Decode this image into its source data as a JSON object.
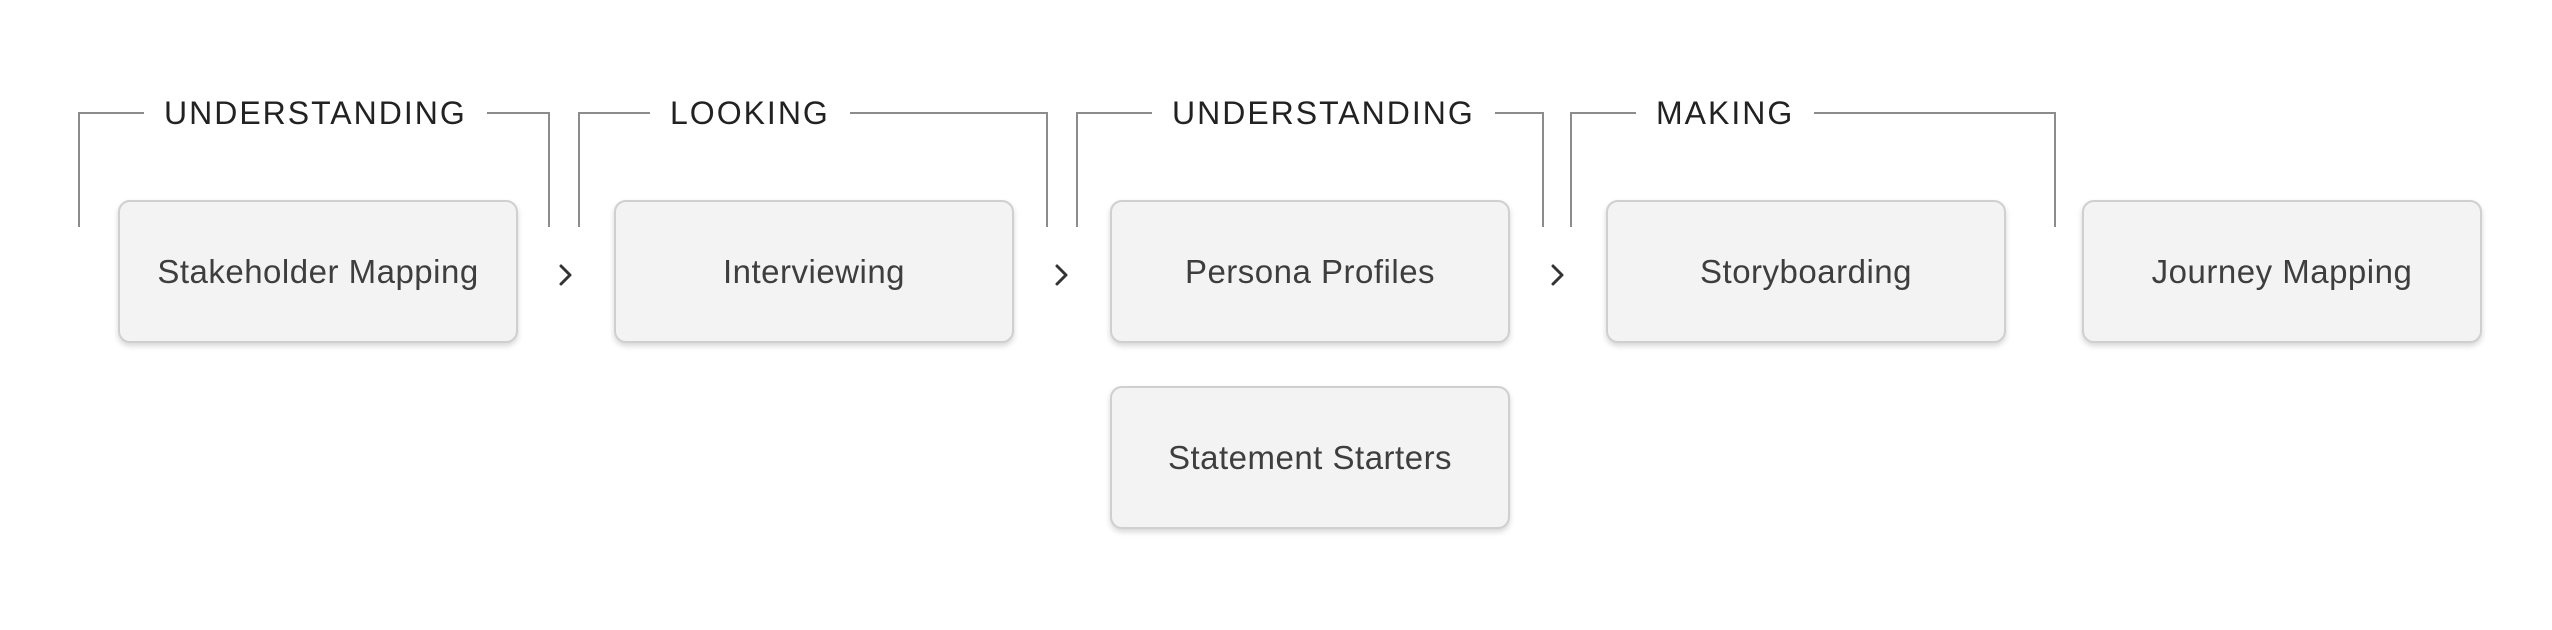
{
  "phases": [
    {
      "label": "UNDERSTANDING"
    },
    {
      "label": "LOOKING"
    },
    {
      "label": "UNDERSTANDING"
    },
    {
      "label": "MAKING"
    }
  ],
  "methods": [
    {
      "label": "Stakeholder Mapping"
    },
    {
      "label": "Interviewing"
    },
    {
      "label": "Persona Profiles"
    },
    {
      "label": "Statement Starters"
    },
    {
      "label": "Storyboarding"
    },
    {
      "label": "Journey Mapping"
    }
  ],
  "icons": {
    "connector": "chevron-right-icon"
  },
  "colors": {
    "card_background": "#f3f3f3",
    "card_border": "#cfcfcf",
    "bracket_line": "#8c8c8c",
    "label_text": "#222222",
    "card_text": "#3e3e3e"
  }
}
